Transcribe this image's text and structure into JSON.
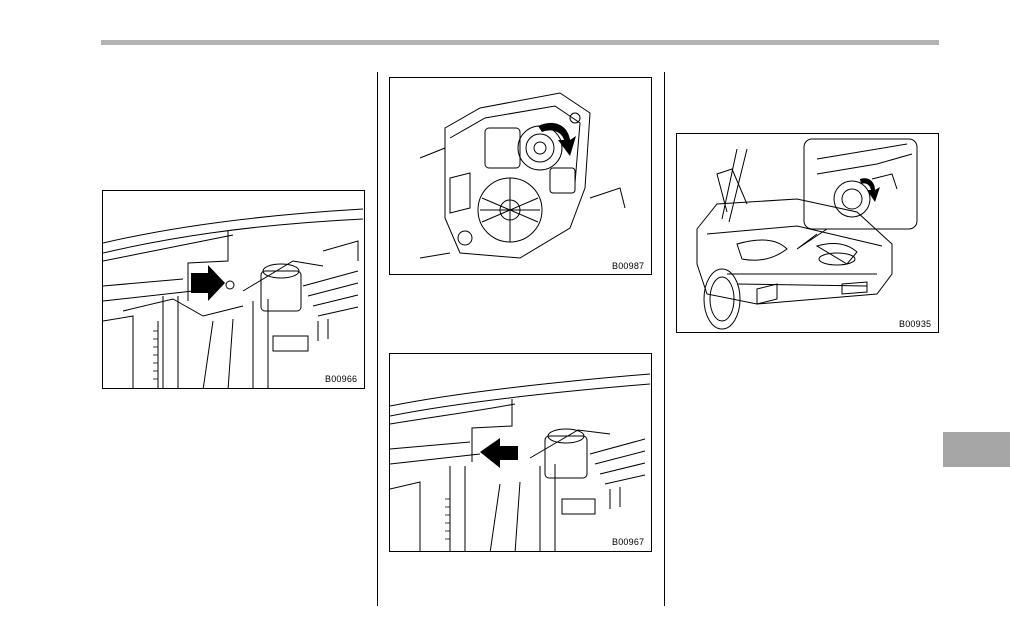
{
  "figures": {
    "fig1": {
      "code": "B00966"
    },
    "fig2": {
      "code": "B00987"
    },
    "fig3": {
      "code": "B00967"
    },
    "fig4": {
      "code": "B00935"
    }
  },
  "colors": {
    "top_rule": "#b3b3b3",
    "side_tab": "#a6a6a6",
    "line_art": "#000000"
  }
}
